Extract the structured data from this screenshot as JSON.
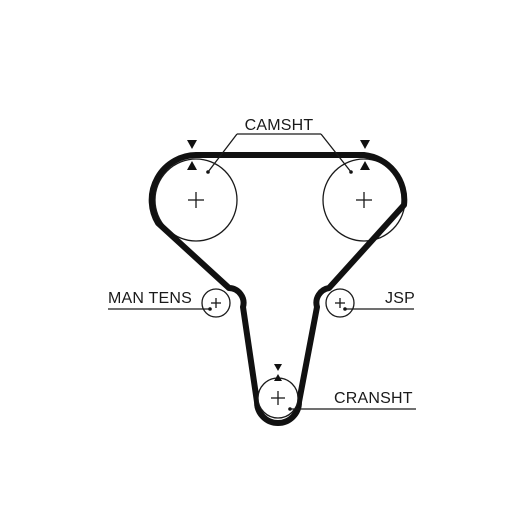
{
  "diagram": {
    "labels": {
      "camshaft": "CAMSHT",
      "tensioner": "MAN TENS",
      "idler": "JSP",
      "crankshaft": "CRANSHT"
    },
    "colors": {
      "line": "#1a1a1a",
      "belt": "#111111",
      "background": "#ffffff"
    }
  }
}
